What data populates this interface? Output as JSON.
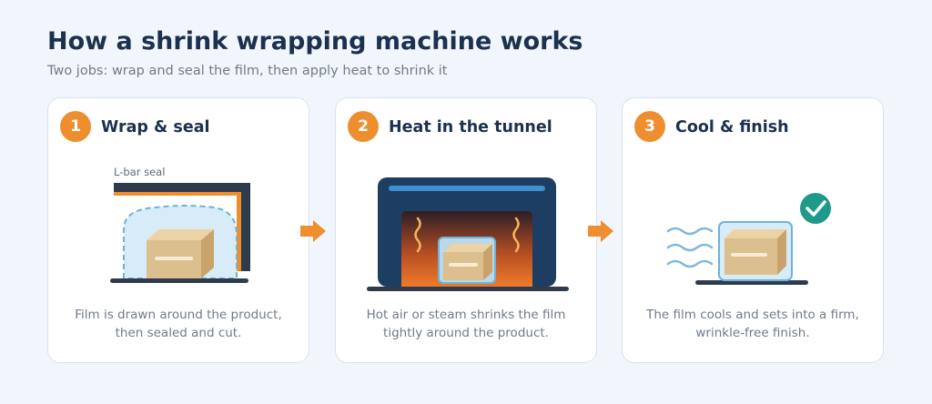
{
  "header": {
    "title": "How a shrink wrapping machine works",
    "subtitle": "Two jobs: wrap and seal the film, then apply heat to shrink it"
  },
  "steps": [
    {
      "number": "1",
      "title": "Wrap & seal",
      "label": "L-bar seal",
      "description": "Film is drawn around the product, then sealed and cut."
    },
    {
      "number": "2",
      "title": "Heat in the tunnel",
      "description": "Hot air or steam shrinks the film tightly around the product."
    },
    {
      "number": "3",
      "title": "Cool & finish",
      "description": "The film cools and sets into a firm, wrinkle-free finish."
    }
  ],
  "colors": {
    "accent": "#ef8e2f",
    "heading": "#1c3150",
    "tunnel": "#1d3d63",
    "film": "#6bb3da",
    "check": "#1f9a8a",
    "box": "#dcbf8e"
  }
}
